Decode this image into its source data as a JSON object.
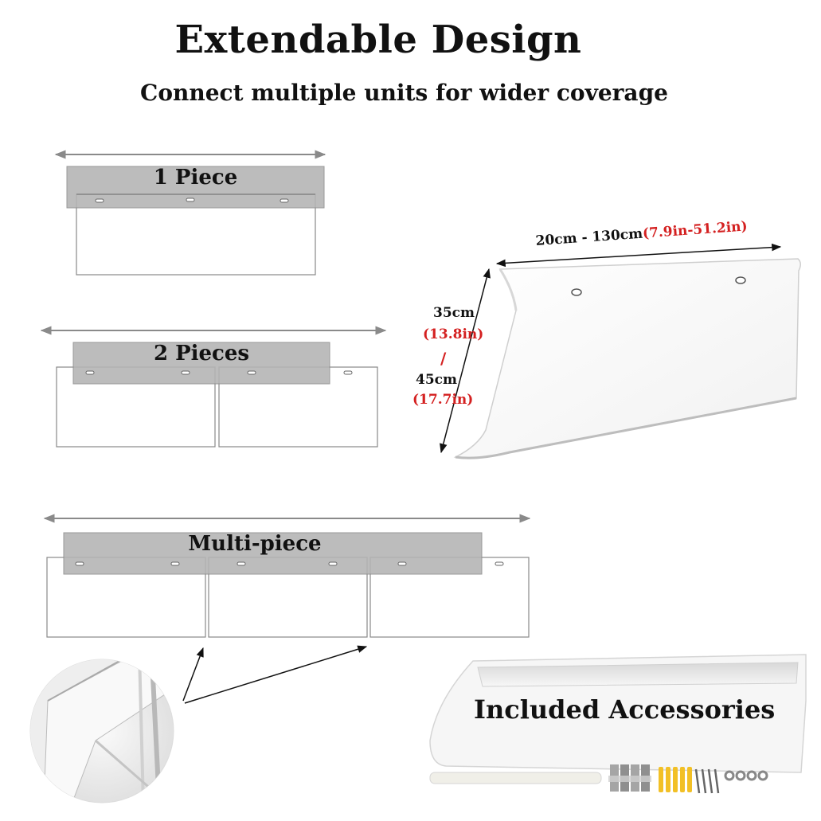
{
  "header": {
    "title": "Extendable Design",
    "subtitle": "Connect multiple units for wider coverage"
  },
  "diagrams": {
    "one_piece_label": "1 Piece",
    "two_pieces_label": "2 Pieces",
    "multi_piece_label": "Multi-piece"
  },
  "dimensions": {
    "width_metric": "20cm - 130cm",
    "width_imperial": "(7.9in-51.2in)",
    "height_metric_min": "35cm",
    "height_imperial_min": "(13.8in)",
    "separator": "/",
    "height_metric_max": "45cm",
    "height_imperial_max": "(17.7in)"
  },
  "accessories": {
    "title": "Included Accessories"
  },
  "colors": {
    "text": "#111111",
    "accent_red": "#d42020",
    "bar_gray": "#b5b5b5",
    "outline": "#777777"
  }
}
